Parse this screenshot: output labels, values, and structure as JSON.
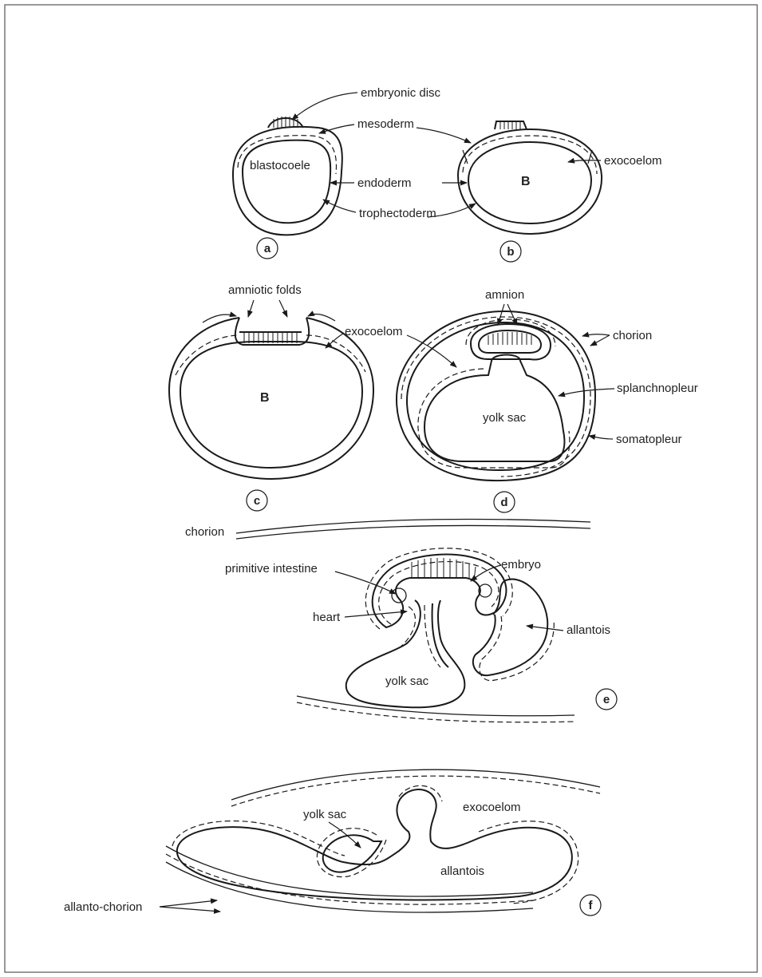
{
  "panels": {
    "a": {
      "label": "a",
      "embryonic_disc": "embryonic disc",
      "mesoderm": "mesoderm",
      "blastocoele": "blastocoele",
      "endoderm": "endoderm",
      "trophectoderm": "trophectoderm"
    },
    "b": {
      "label": "b",
      "B": "B",
      "exocoelom": "exocoelom"
    },
    "c": {
      "label": "c",
      "amniotic_folds": "amniotic folds",
      "exocoelom": "exocoelom",
      "B": "B"
    },
    "d": {
      "label": "d",
      "amnion": "amnion",
      "chorion": "chorion",
      "splanchnopleur": "splanchnopleur",
      "yolk_sac": "yolk sac",
      "somatopleur": "somatopleur"
    },
    "e": {
      "label": "e",
      "chorion": "chorion",
      "primitive_intestine": "primitive intestine",
      "embryo": "embryo",
      "heart": "heart",
      "allantois": "allantois",
      "yolk_sac": "yolk sac"
    },
    "f": {
      "label": "f",
      "yolk_sac": "yolk sac",
      "exocoelom": "exocoelom",
      "allantois": "allantois",
      "allanto_chorion": "allanto-chorion"
    }
  }
}
